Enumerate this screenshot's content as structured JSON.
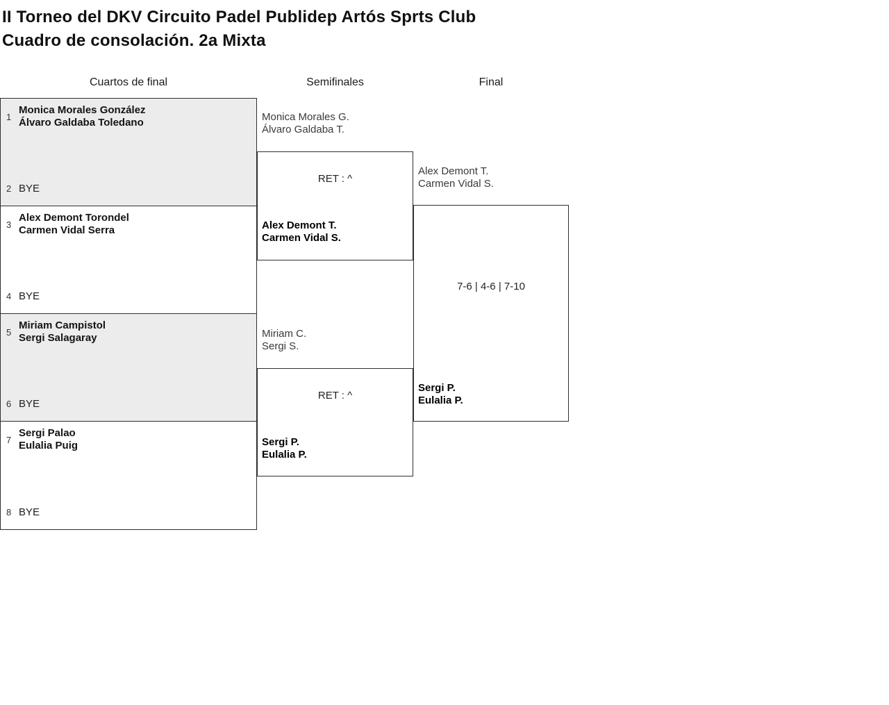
{
  "page": {
    "title_line1": "II Torneo del DKV Circuito Padel Publidep Artós Sprts Club",
    "title_line2": "Cuadro de consolación. 2a Mixta"
  },
  "columns": {
    "quarterfinals": "Cuartos de final",
    "semifinals": "Semifinales",
    "final": "Final"
  },
  "quarterfinals": [
    {
      "seed_top": "1",
      "team_top_line1": "Monica Morales González",
      "team_top_line2": "Álvaro Galdaba Toledano",
      "seed_bottom": "2",
      "team_bottom": "BYE"
    },
    {
      "seed_top": "3",
      "team_top_line1": "Alex Demont Torondel",
      "team_top_line2": "Carmen Vidal Serra",
      "seed_bottom": "4",
      "team_bottom": "BYE"
    },
    {
      "seed_top": "5",
      "team_top_line1": "Miriam Campistol",
      "team_top_line2": "Sergi Salagaray",
      "seed_bottom": "6",
      "team_bottom": "BYE"
    },
    {
      "seed_top": "7",
      "team_top_line1": "Sergi Palao",
      "team_top_line2": "Eulalia Puig",
      "seed_bottom": "8",
      "team_bottom": "BYE"
    }
  ],
  "semifinals": [
    {
      "team_top_line1": "Monica Morales G.",
      "team_top_line2": "Álvaro Galdaba T.",
      "score": "RET : ^",
      "winner_line1": "Alex Demont T.",
      "winner_line2": "Carmen Vidal S."
    },
    {
      "team_top_line1": "Miriam C.",
      "team_top_line2": "Sergi S.",
      "score": "RET : ^",
      "winner_line1": "Sergi P.",
      "winner_line2": "Eulalia P."
    }
  ],
  "final": {
    "team_top_line1": "Alex Demont T.",
    "team_top_line2": "Carmen Vidal S.",
    "score": "7-6 | 4-6 | 7-10",
    "winner_line1": "Sergi P.",
    "winner_line2": "Eulalia P."
  },
  "colors": {
    "box_fill_alt": "#ececec",
    "box_border": "#2e2e2e",
    "winner_text": "#000000"
  }
}
